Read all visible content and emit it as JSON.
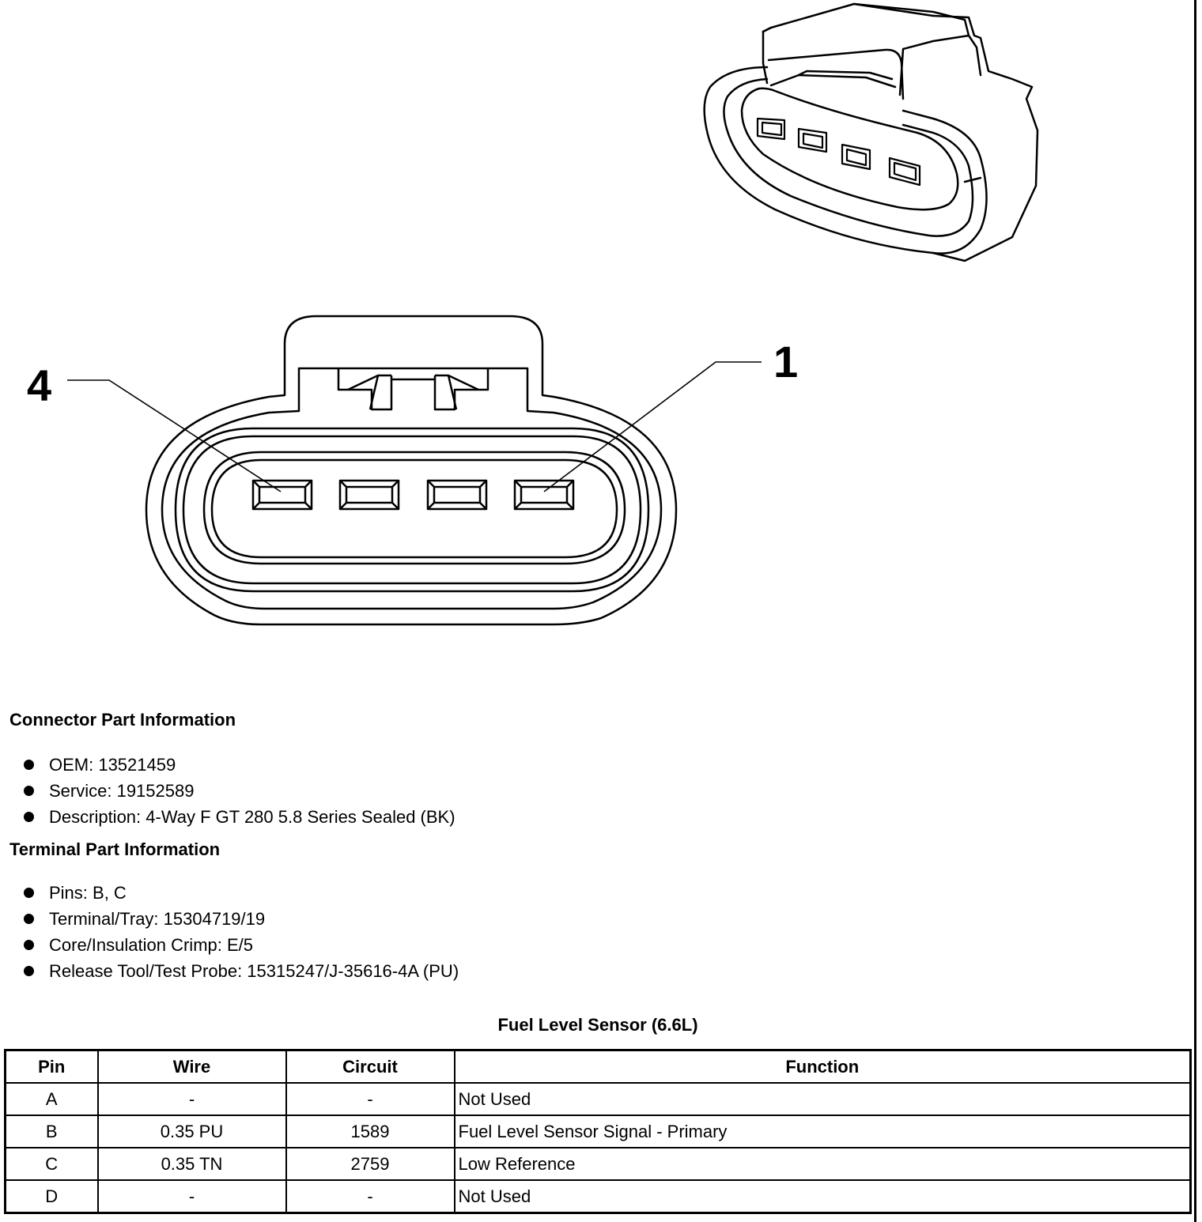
{
  "callouts": {
    "left": "4",
    "right": "1"
  },
  "connector_info": {
    "heading": "Connector Part Information",
    "items": [
      "OEM: 13521459",
      "Service: 19152589",
      "Description: 4-Way F GT 280 5.8 Series Sealed (BK)"
    ]
  },
  "terminal_info": {
    "heading": "Terminal Part Information",
    "items": [
      "Pins: B, C",
      "Terminal/Tray: 15304719/19",
      "Core/Insulation Crimp: E/5",
      "Release Tool/Test Probe: 15315247/J-35616-4A (PU)"
    ]
  },
  "table": {
    "title": "Fuel Level Sensor (6.6L)",
    "headers": [
      "Pin",
      "Wire",
      "Circuit",
      "Function"
    ],
    "rows": [
      [
        "A",
        "-",
        "-",
        "Not Used"
      ],
      [
        "B",
        "0.35 PU",
        "1589",
        "Fuel Level Sensor Signal - Primary"
      ],
      [
        "C",
        "0.35 TN",
        "2759",
        "Low Reference"
      ],
      [
        "D",
        "-",
        "-",
        "Not Used"
      ]
    ]
  }
}
